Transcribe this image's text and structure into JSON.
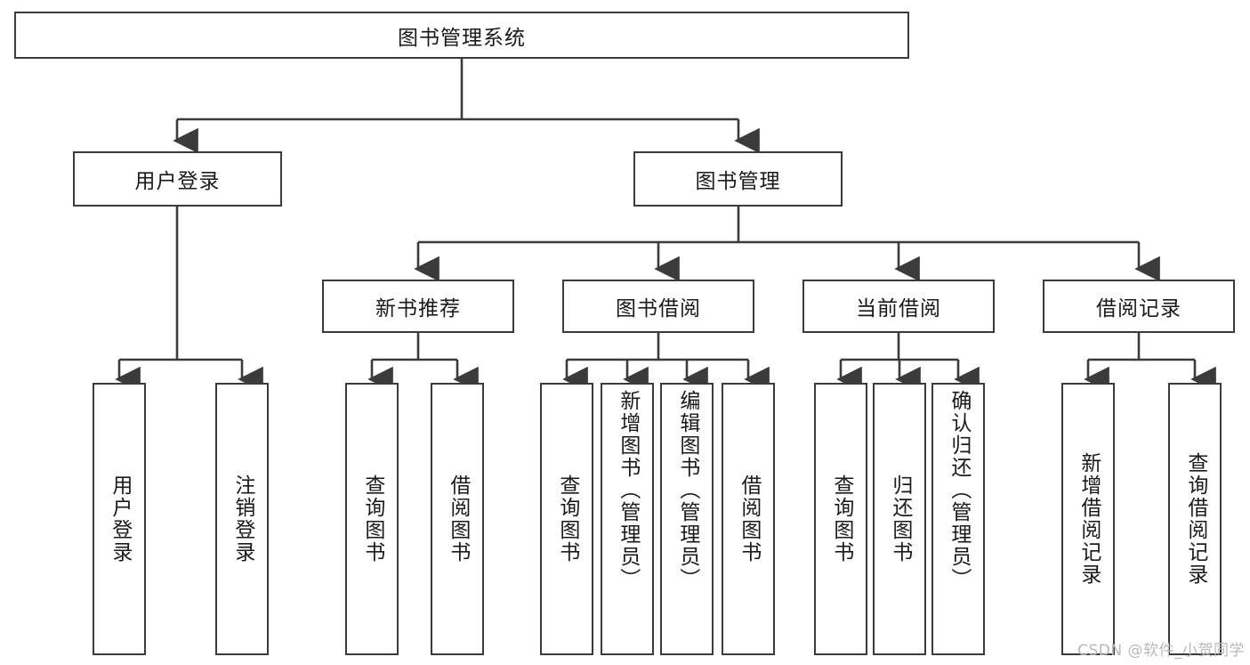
{
  "diagram": {
    "title": "图书管理系统",
    "type": "hierarchy-tree",
    "line_color": "#3b3b3b",
    "box_fill": "#ffffff",
    "text_color": "#1a1a1a",
    "root": {
      "label": "图书管理系统"
    },
    "level2": [
      {
        "label": "用户登录"
      },
      {
        "label": "图书管理"
      }
    ],
    "level3": [
      {
        "label": "新书推荐"
      },
      {
        "label": "图书借阅"
      },
      {
        "label": "当前借阅"
      },
      {
        "label": "借阅记录"
      }
    ],
    "leaves": {
      "user_login": [
        {
          "label": "用户登录"
        },
        {
          "label": "注销登录"
        }
      ],
      "new_book_recommend": [
        {
          "label": "查询图书"
        },
        {
          "label": "借阅图书"
        }
      ],
      "book_borrow": [
        {
          "label": "查询图书"
        },
        {
          "label": "新增图书（管理员）"
        },
        {
          "label": "编辑图书（管理员）"
        },
        {
          "label": "借阅图书"
        }
      ],
      "current_borrow": [
        {
          "label": "查询图书"
        },
        {
          "label": "归还图书"
        },
        {
          "label": "确认归还（管理员）"
        }
      ],
      "borrow_record": [
        {
          "label": "新增借阅记录"
        },
        {
          "label": "查询借阅记录"
        }
      ]
    }
  },
  "watermark": {
    "text": "CSDN @软件_小贺同学",
    "color": "#b9b9b9"
  }
}
